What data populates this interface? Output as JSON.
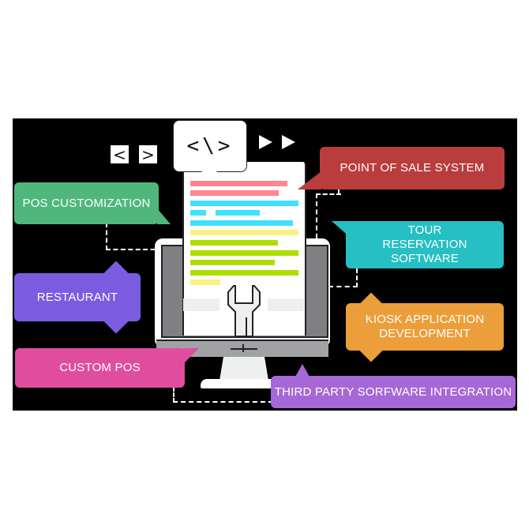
{
  "labels": {
    "pos_customization": "POS CUSTOMIZATION",
    "restaurant": "RESTAURANT",
    "custom_pos": "CUSTOM POS",
    "point_of_sale": "POINT OF SALE SYSTEM",
    "tour_reservation": "TOUR RESERVATION SOFTWARE",
    "kiosk": "KIOSK APPLICATION DEVELOPMENT",
    "third_party": "THIRD PARTY SORFWARE INTEGRATION"
  },
  "icons": {
    "code": "<\\>",
    "prev": "<",
    "next": ">"
  },
  "colors": {
    "background": "#000000",
    "pos_customization": "#4fb77b",
    "restaurant": "#7b5ce0",
    "custom_pos": "#e04d9e",
    "point_of_sale": "#b93d3d",
    "tour_reservation": "#26bfc3",
    "kiosk": "#ec9e3a",
    "third_party": "#a668d6",
    "code_pink": "#ff8592",
    "code_cyan": "#40e0ff",
    "code_yellow": "#fdf083",
    "code_green": "#aede00"
  }
}
